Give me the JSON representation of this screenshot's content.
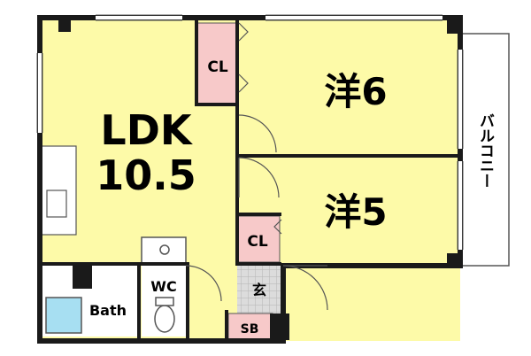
{
  "rooms": {
    "ldk_name": "LDK",
    "ldk_size": "10.5",
    "west6": "洋6",
    "west5": "洋5",
    "closet_top": "CL",
    "closet_mid": "CL",
    "toilet": "WC",
    "bath": "Bath",
    "entrance": "玄",
    "shoe_box": "SB",
    "balcony": "バルコニー"
  },
  "colors": {
    "room_fill": "#fdfaa8",
    "closet_fill": "#f7c9c9",
    "bath_fill": "#a7dff2",
    "wall": "#1a1a1a",
    "entrance_fill": "#cfcfcf"
  }
}
